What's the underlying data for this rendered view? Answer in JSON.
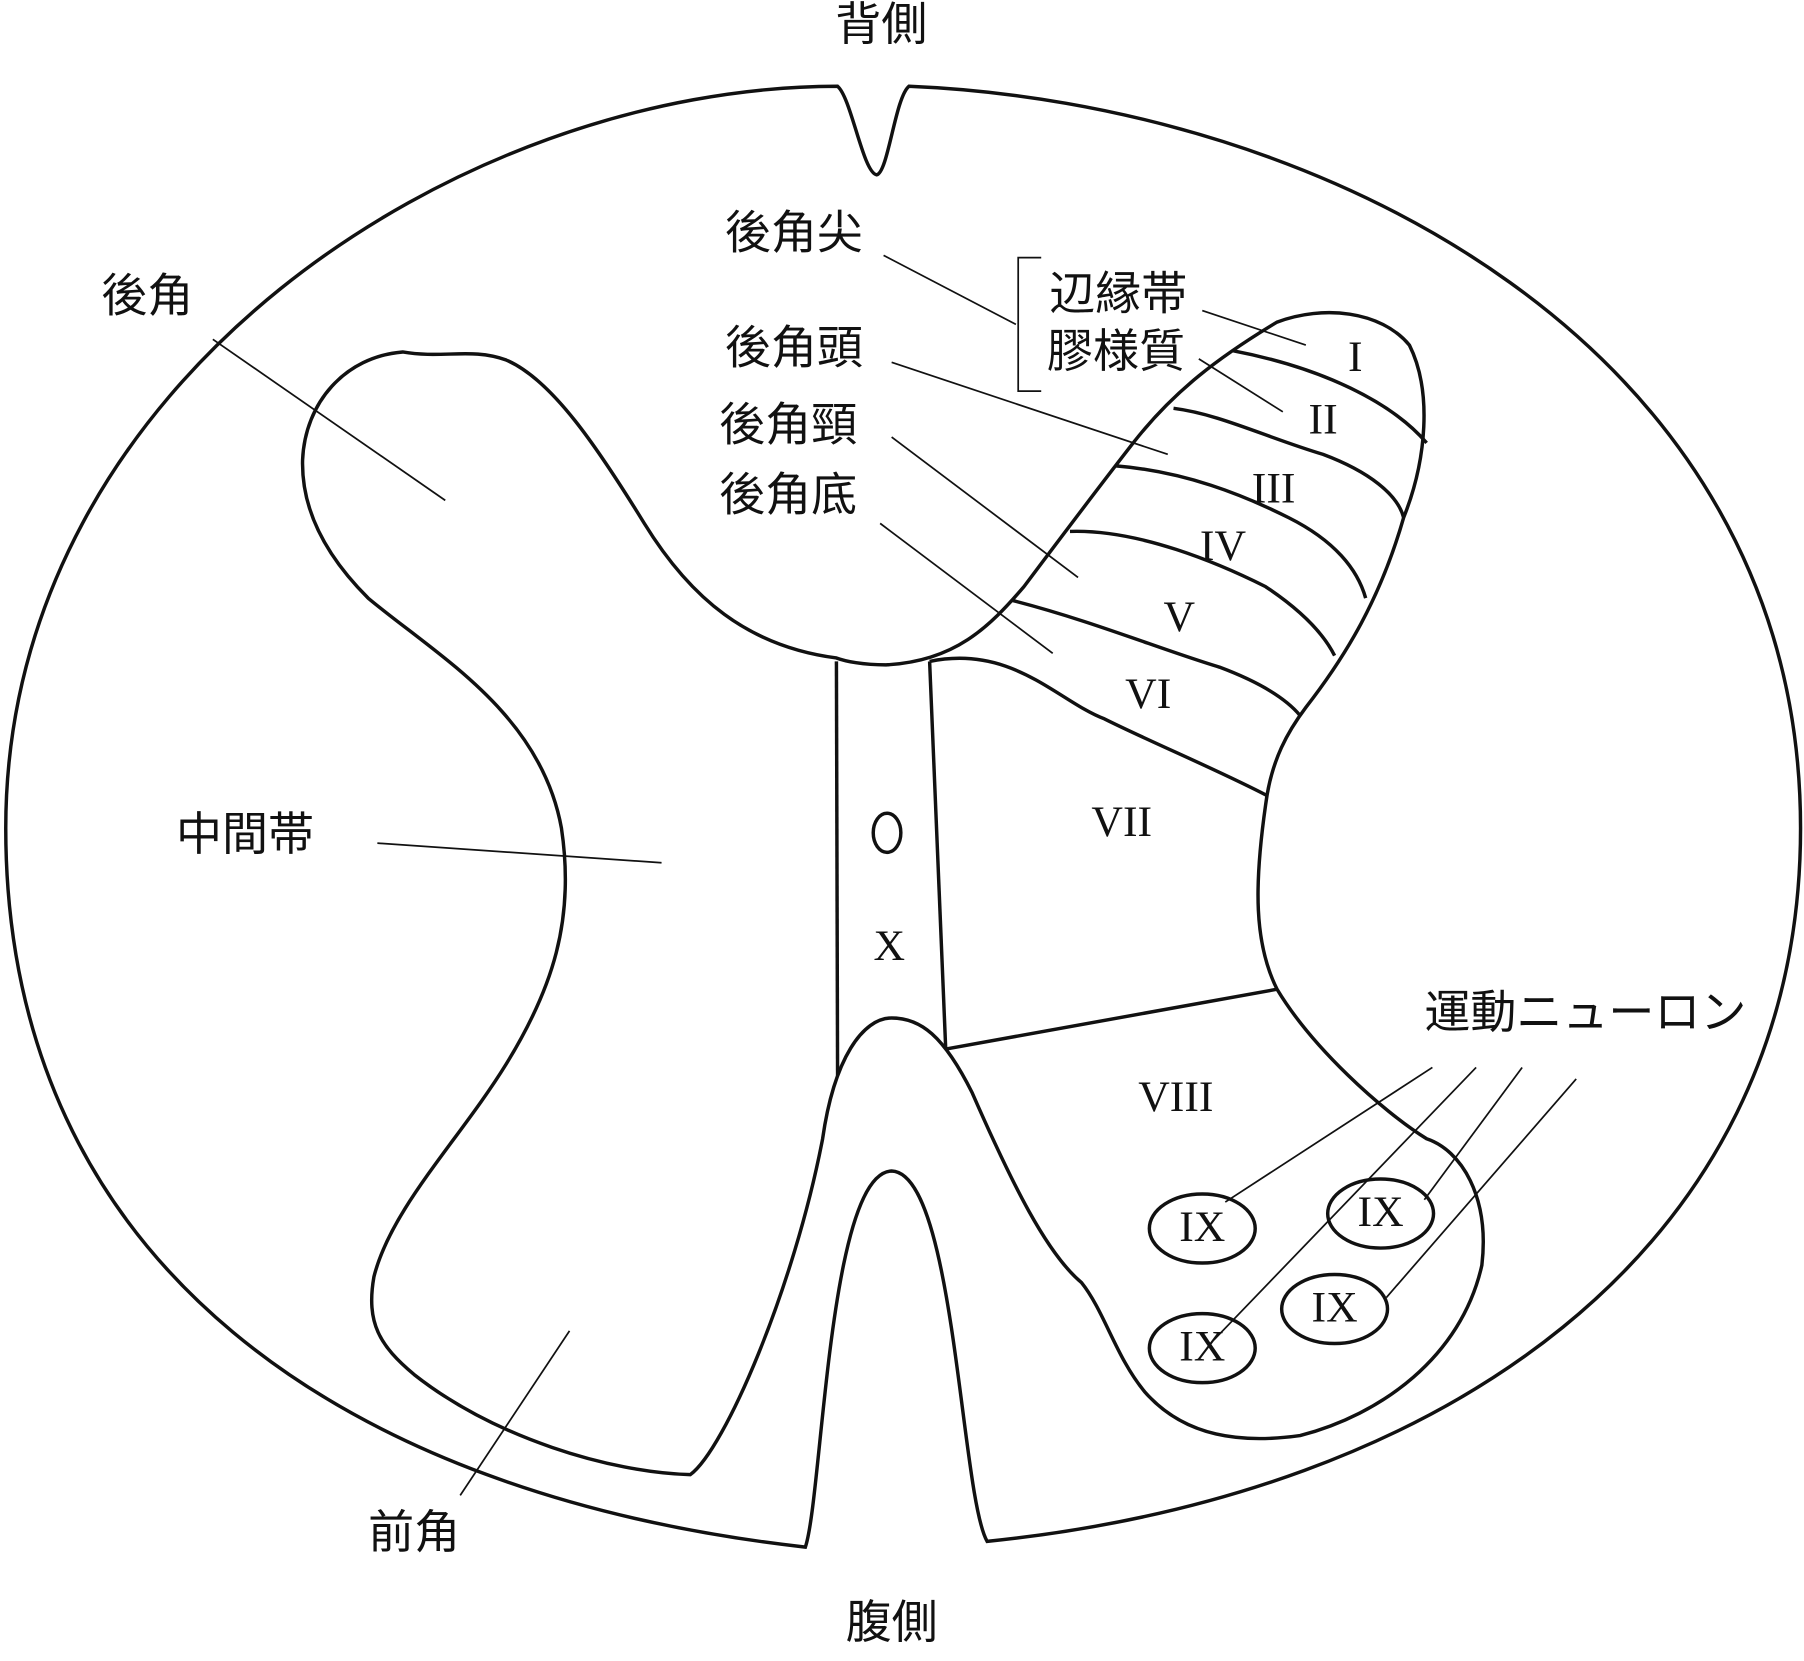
{
  "orientation": {
    "dorsal": "背側",
    "ventral": "腹側"
  },
  "regions": {
    "dorsal_horn": "後角",
    "intermediate_zone": "中間帯",
    "ventral_horn": "前角",
    "apex": "後角尖",
    "head": "後角頭",
    "neck": "後角頸",
    "base": "後角底",
    "marginal_zone": "辺縁帯",
    "substantia_gelatinosa": "膠様質",
    "motor_neurons": "運動ニューロン"
  },
  "laminae": {
    "I": "I",
    "II": "II",
    "III": "III",
    "IV": "IV",
    "V": "V",
    "VI": "VI",
    "VII": "VII",
    "VIII": "VIII",
    "X": "X",
    "IX": [
      "IX",
      "IX",
      "IX",
      "IX"
    ]
  }
}
